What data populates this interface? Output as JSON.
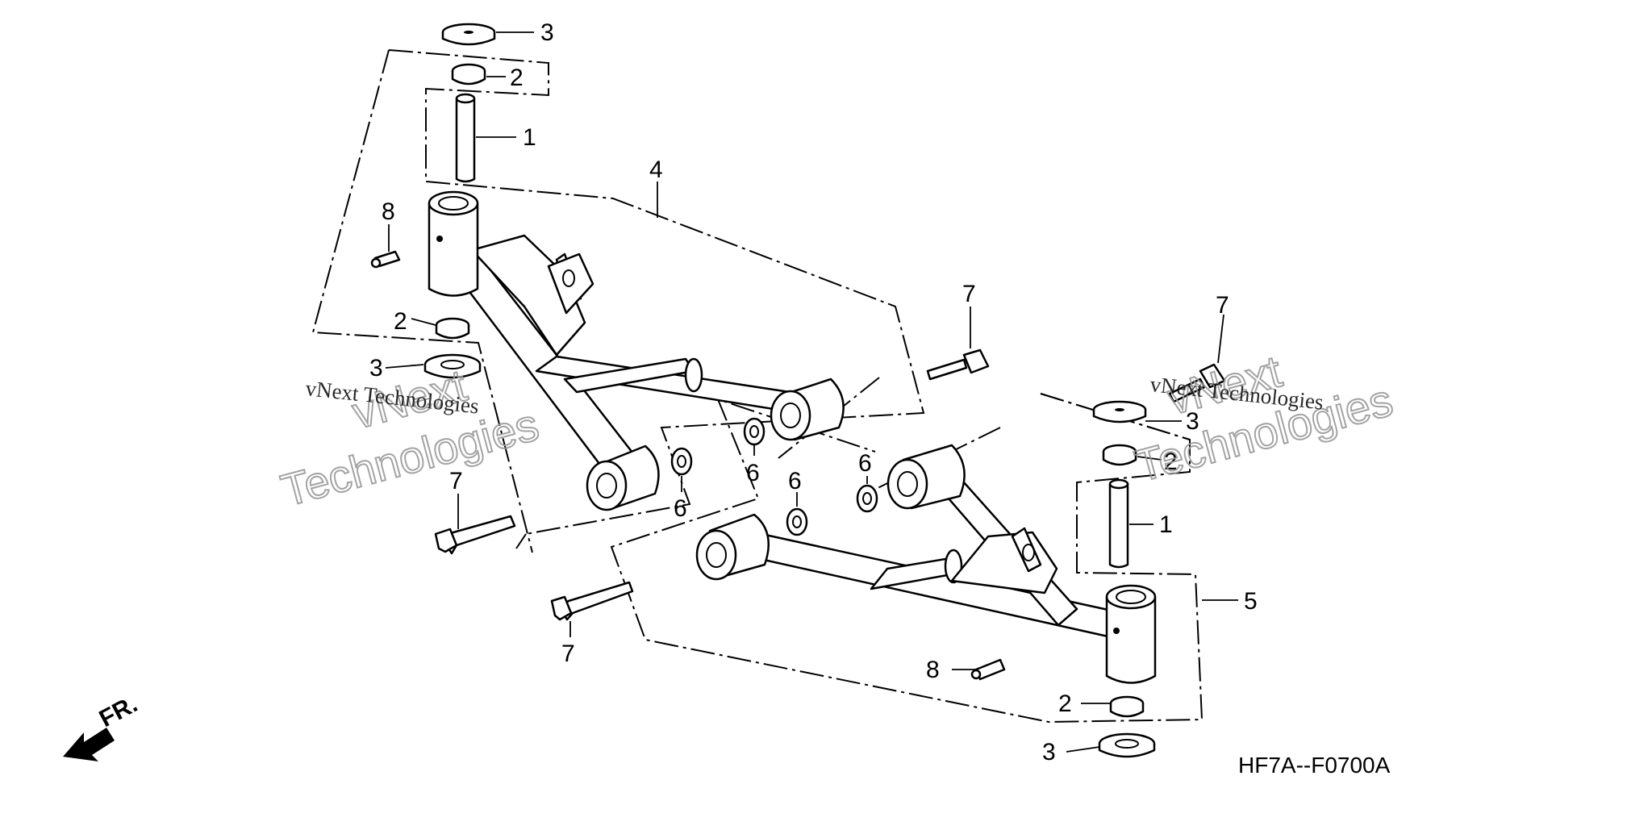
{
  "diagram_code": "HF7A--F0700A",
  "front_indicator": "FR.",
  "watermark_text": "vNext Technologies",
  "watermark_large_lines": [
    "vNext",
    "Technologies"
  ],
  "callouts": {
    "c1a": "1",
    "c1b": "1",
    "c2a": "2",
    "c2b": "2",
    "c2c": "2",
    "c2d": "2",
    "c3a": "3",
    "c3b": "3",
    "c3c": "3",
    "c3d": "3",
    "c4": "4",
    "c5": "5",
    "c6a": "6",
    "c6b": "6",
    "c6c": "6",
    "c6d": "6",
    "c7a": "7",
    "c7b": "7",
    "c7c": "7",
    "c7d": "7",
    "c8a": "8",
    "c8b": "8"
  },
  "colors": {
    "line": "#000000",
    "background": "#ffffff",
    "watermark": "#9a9a9a"
  }
}
